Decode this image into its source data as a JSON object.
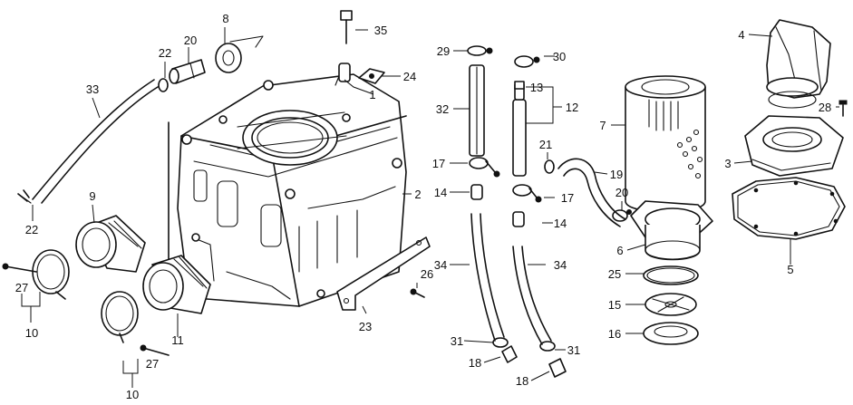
{
  "callouts": [
    {
      "id": "c1",
      "text": "1"
    },
    {
      "id": "c2",
      "text": "2"
    },
    {
      "id": "c3",
      "text": "3"
    },
    {
      "id": "c4",
      "text": "4"
    },
    {
      "id": "c5",
      "text": "5"
    },
    {
      "id": "c6",
      "text": "6"
    },
    {
      "id": "c7",
      "text": "7"
    },
    {
      "id": "c8",
      "text": "8"
    },
    {
      "id": "c9",
      "text": "9"
    },
    {
      "id": "c10a",
      "text": "10"
    },
    {
      "id": "c10b",
      "text": "10"
    },
    {
      "id": "c11",
      "text": "11"
    },
    {
      "id": "c12",
      "text": "12"
    },
    {
      "id": "c13",
      "text": "13"
    },
    {
      "id": "c14a",
      "text": "14"
    },
    {
      "id": "c14b",
      "text": "14"
    },
    {
      "id": "c15",
      "text": "15"
    },
    {
      "id": "c16",
      "text": "16"
    },
    {
      "id": "c17a",
      "text": "17"
    },
    {
      "id": "c17b",
      "text": "17"
    },
    {
      "id": "c18a",
      "text": "18"
    },
    {
      "id": "c18b",
      "text": "18"
    },
    {
      "id": "c19",
      "text": "19"
    },
    {
      "id": "c20a",
      "text": "20"
    },
    {
      "id": "c20b",
      "text": "20"
    },
    {
      "id": "c21",
      "text": "21"
    },
    {
      "id": "c22a",
      "text": "22"
    },
    {
      "id": "c22b",
      "text": "22"
    },
    {
      "id": "c23",
      "text": "23"
    },
    {
      "id": "c24",
      "text": "24"
    },
    {
      "id": "c25",
      "text": "25"
    },
    {
      "id": "c26",
      "text": "26"
    },
    {
      "id": "c27a",
      "text": "27"
    },
    {
      "id": "c27b",
      "text": "27"
    },
    {
      "id": "c28",
      "text": "28"
    },
    {
      "id": "c29",
      "text": "29"
    },
    {
      "id": "c30",
      "text": "30"
    },
    {
      "id": "c31a",
      "text": "31"
    },
    {
      "id": "c31b",
      "text": "31"
    },
    {
      "id": "c32",
      "text": "32"
    },
    {
      "id": "c33",
      "text": "33"
    },
    {
      "id": "c34a",
      "text": "34"
    },
    {
      "id": "c34b",
      "text": "34"
    },
    {
      "id": "c35",
      "text": "35"
    }
  ]
}
